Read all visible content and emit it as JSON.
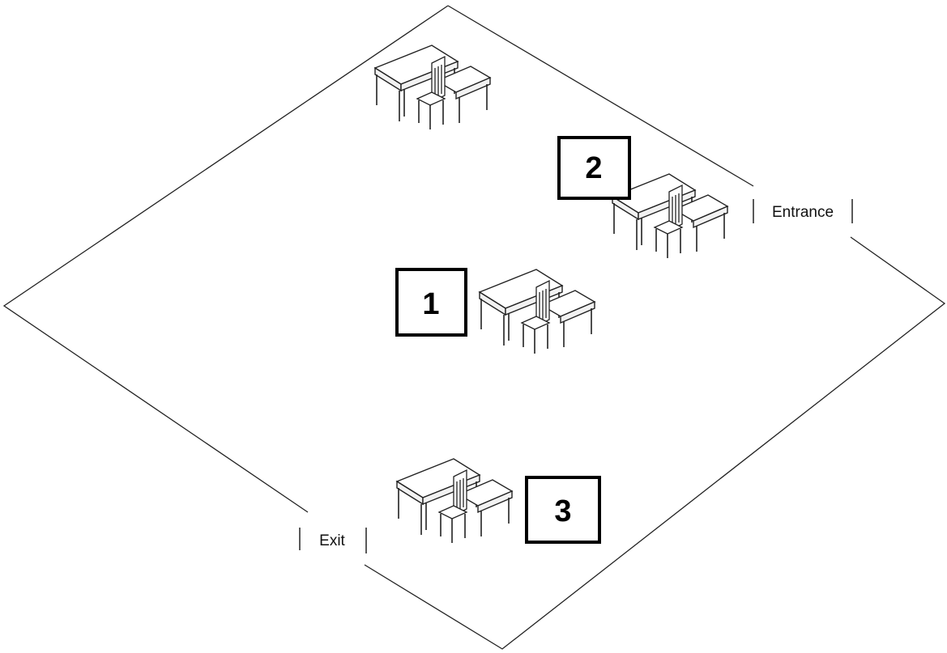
{
  "labels": {
    "entrance": "Entrance",
    "exit": "Exit"
  },
  "markers": {
    "one": "1",
    "two": "2",
    "three": "3"
  },
  "colors": {
    "line": "#222222",
    "background": "#ffffff"
  }
}
